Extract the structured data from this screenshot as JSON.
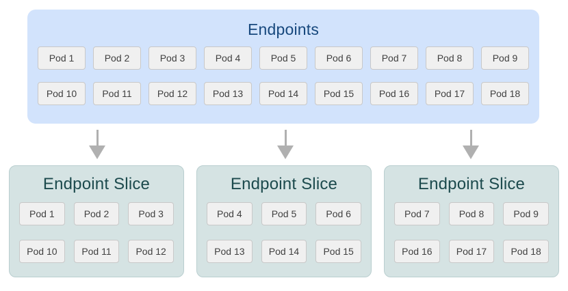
{
  "colors": {
    "endpoints_box_bg": "#d2e3fc",
    "endpoints_title": "#17487d",
    "slice_box_bg": "#d5e3e3",
    "slice_box_border": "#b9cecf",
    "slice_title": "#1c4a4d",
    "pod_bg": "#f0f0f0",
    "pod_border": "#c8c8c8",
    "pod_text": "#404040",
    "arrow": "#b0b0b0"
  },
  "endpoints": {
    "title": "Endpoints",
    "pods": [
      "Pod 1",
      "Pod 2",
      "Pod 3",
      "Pod 4",
      "Pod 5",
      "Pod 6",
      "Pod 7",
      "Pod 8",
      "Pod 9",
      "Pod 10",
      "Pod 11",
      "Pod 12",
      "Pod 13",
      "Pod 14",
      "Pod 15",
      "Pod 16",
      "Pod 17",
      "Pod 18"
    ]
  },
  "icons": {
    "arrow": "down-arrow-icon"
  },
  "slices": [
    {
      "title": "Endpoint Slice",
      "pods": [
        "Pod 1",
        "Pod 2",
        "Pod 3",
        "Pod 10",
        "Pod 11",
        "Pod 12"
      ]
    },
    {
      "title": "Endpoint Slice",
      "pods": [
        "Pod 4",
        "Pod 5",
        "Pod 6",
        "Pod 13",
        "Pod 14",
        "Pod 15"
      ]
    },
    {
      "title": "Endpoint Slice",
      "pods": [
        "Pod 7",
        "Pod 8",
        "Pod 9",
        "Pod 16",
        "Pod 17",
        "Pod 18"
      ]
    }
  ]
}
